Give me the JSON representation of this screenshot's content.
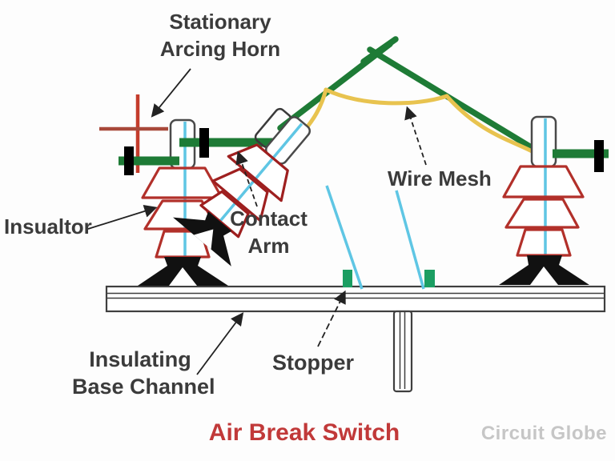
{
  "diagram": {
    "title": "Air Break Switch",
    "watermark": "Circuit Globe",
    "labels": {
      "stationary_arcing_horn_line1": "Stationary",
      "stationary_arcing_horn_line2": "Arcing Horn",
      "insulator": "Insualtor",
      "contact_arm_line1": "Contact",
      "contact_arm_line2": "Arm",
      "wire_mesh": "Wire Mesh",
      "base_channel_line1": "Insulating",
      "base_channel_line2": "Base Channel",
      "stopper": "Stopper"
    },
    "colors": {
      "insulator_red": "#b2302a",
      "arcing_horn_red": "#c43c2c",
      "structure_green": "#1e7b36",
      "stopper_green": "#1b9e62",
      "wire_yellow": "#e8c34f",
      "rod_cyan": "#5fc6e4",
      "channel_gray": "#3f3f3f",
      "title_red": "#c13939",
      "watermark_gray": "#c6c6c6",
      "label_dark": "#3b3b3b"
    }
  }
}
